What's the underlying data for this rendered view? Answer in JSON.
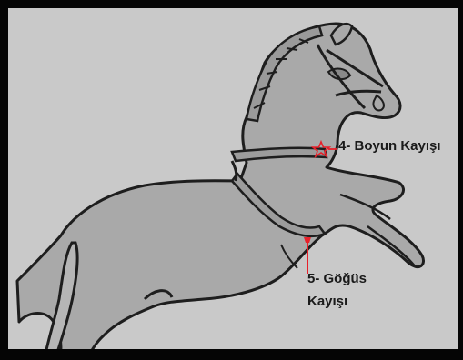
{
  "labels": {
    "neck_strap": "4- Boyun Kayışı",
    "chest_strap_line1": "5- Göğüs",
    "chest_strap_line2": "Kayışı"
  },
  "colors": {
    "background": "#c9c9c9",
    "horse_fill": "#a9a9a9",
    "outline": "#1e1e1e",
    "marker": "#e8202a",
    "frame": "#050505"
  },
  "icons": {
    "neck_marker": "star-icon",
    "chest_marker": "pin-icon"
  }
}
